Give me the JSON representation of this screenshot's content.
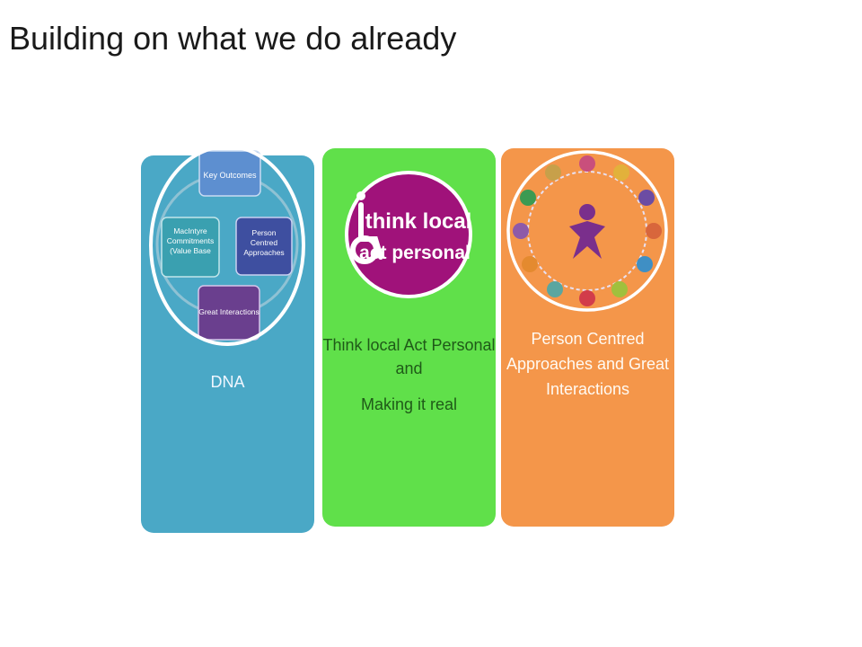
{
  "slide": {
    "title": "Building on what we do already"
  },
  "cards": {
    "dna": {
      "label": "DNA",
      "diagram": {
        "top": "Key Outcomes",
        "right": "Person Centred Approaches",
        "bottom": "Great Interactions",
        "left": "MacIntyre Commitments (Value Base"
      }
    },
    "tlap": {
      "logo_line1": "think local",
      "logo_line2": "act personal",
      "label_line1": "Think local Act Personal and",
      "label_line2": "Making it real"
    },
    "pca": {
      "label": "Person Centred Approaches and Great Interactions"
    }
  },
  "colors": {
    "dna": "#4aa8c6",
    "tlap": "#60e04a",
    "pca": "#f4964a",
    "tlap_logo": "#a0127a"
  }
}
